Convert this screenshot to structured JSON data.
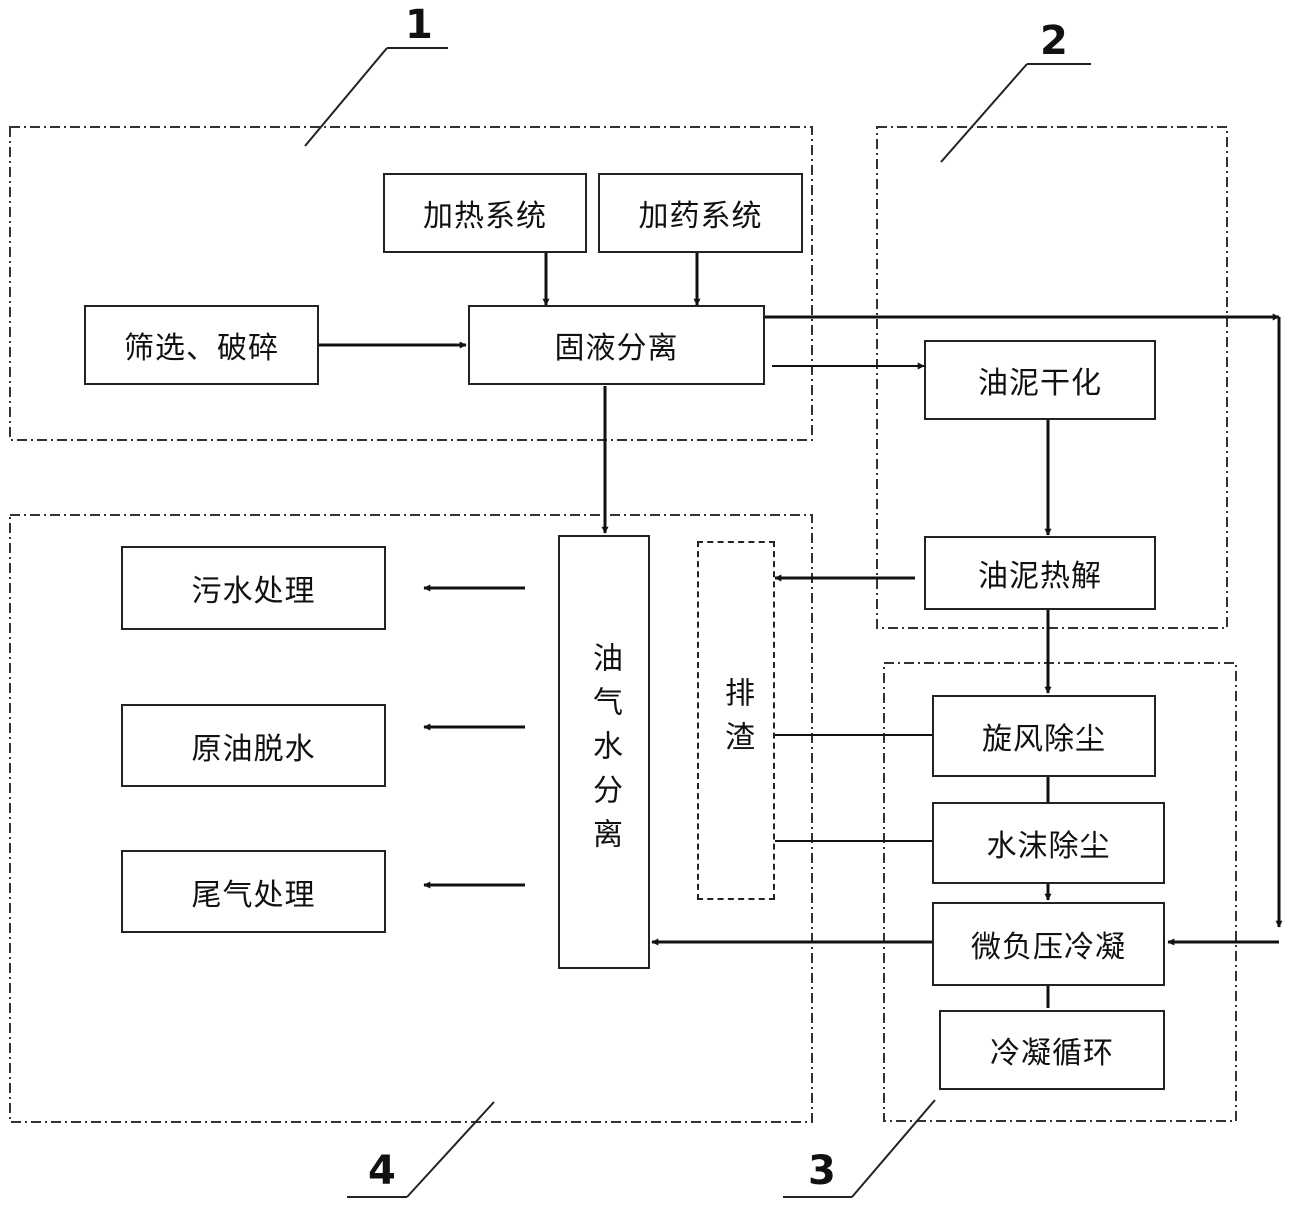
{
  "labels": {
    "region1": "1",
    "region2": "2",
    "region3": "3",
    "region4": "4"
  },
  "nodes": {
    "heating": "加热系统",
    "dosing": "加药系统",
    "screening": "筛选、破碎",
    "separation": "固液分离",
    "drying": "油泥干化",
    "pyrolysis": "油泥热解",
    "cyclone": "旋风除尘",
    "water_dust": "水沫除尘",
    "condensation": "微负压冷凝",
    "cooling_cycle": "冷凝循环",
    "ogw_separation": "油气水分离",
    "slag": "排渣",
    "sewage": "污水处理",
    "dehydration": "原油脱水",
    "tail_gas": "尾气处理"
  }
}
